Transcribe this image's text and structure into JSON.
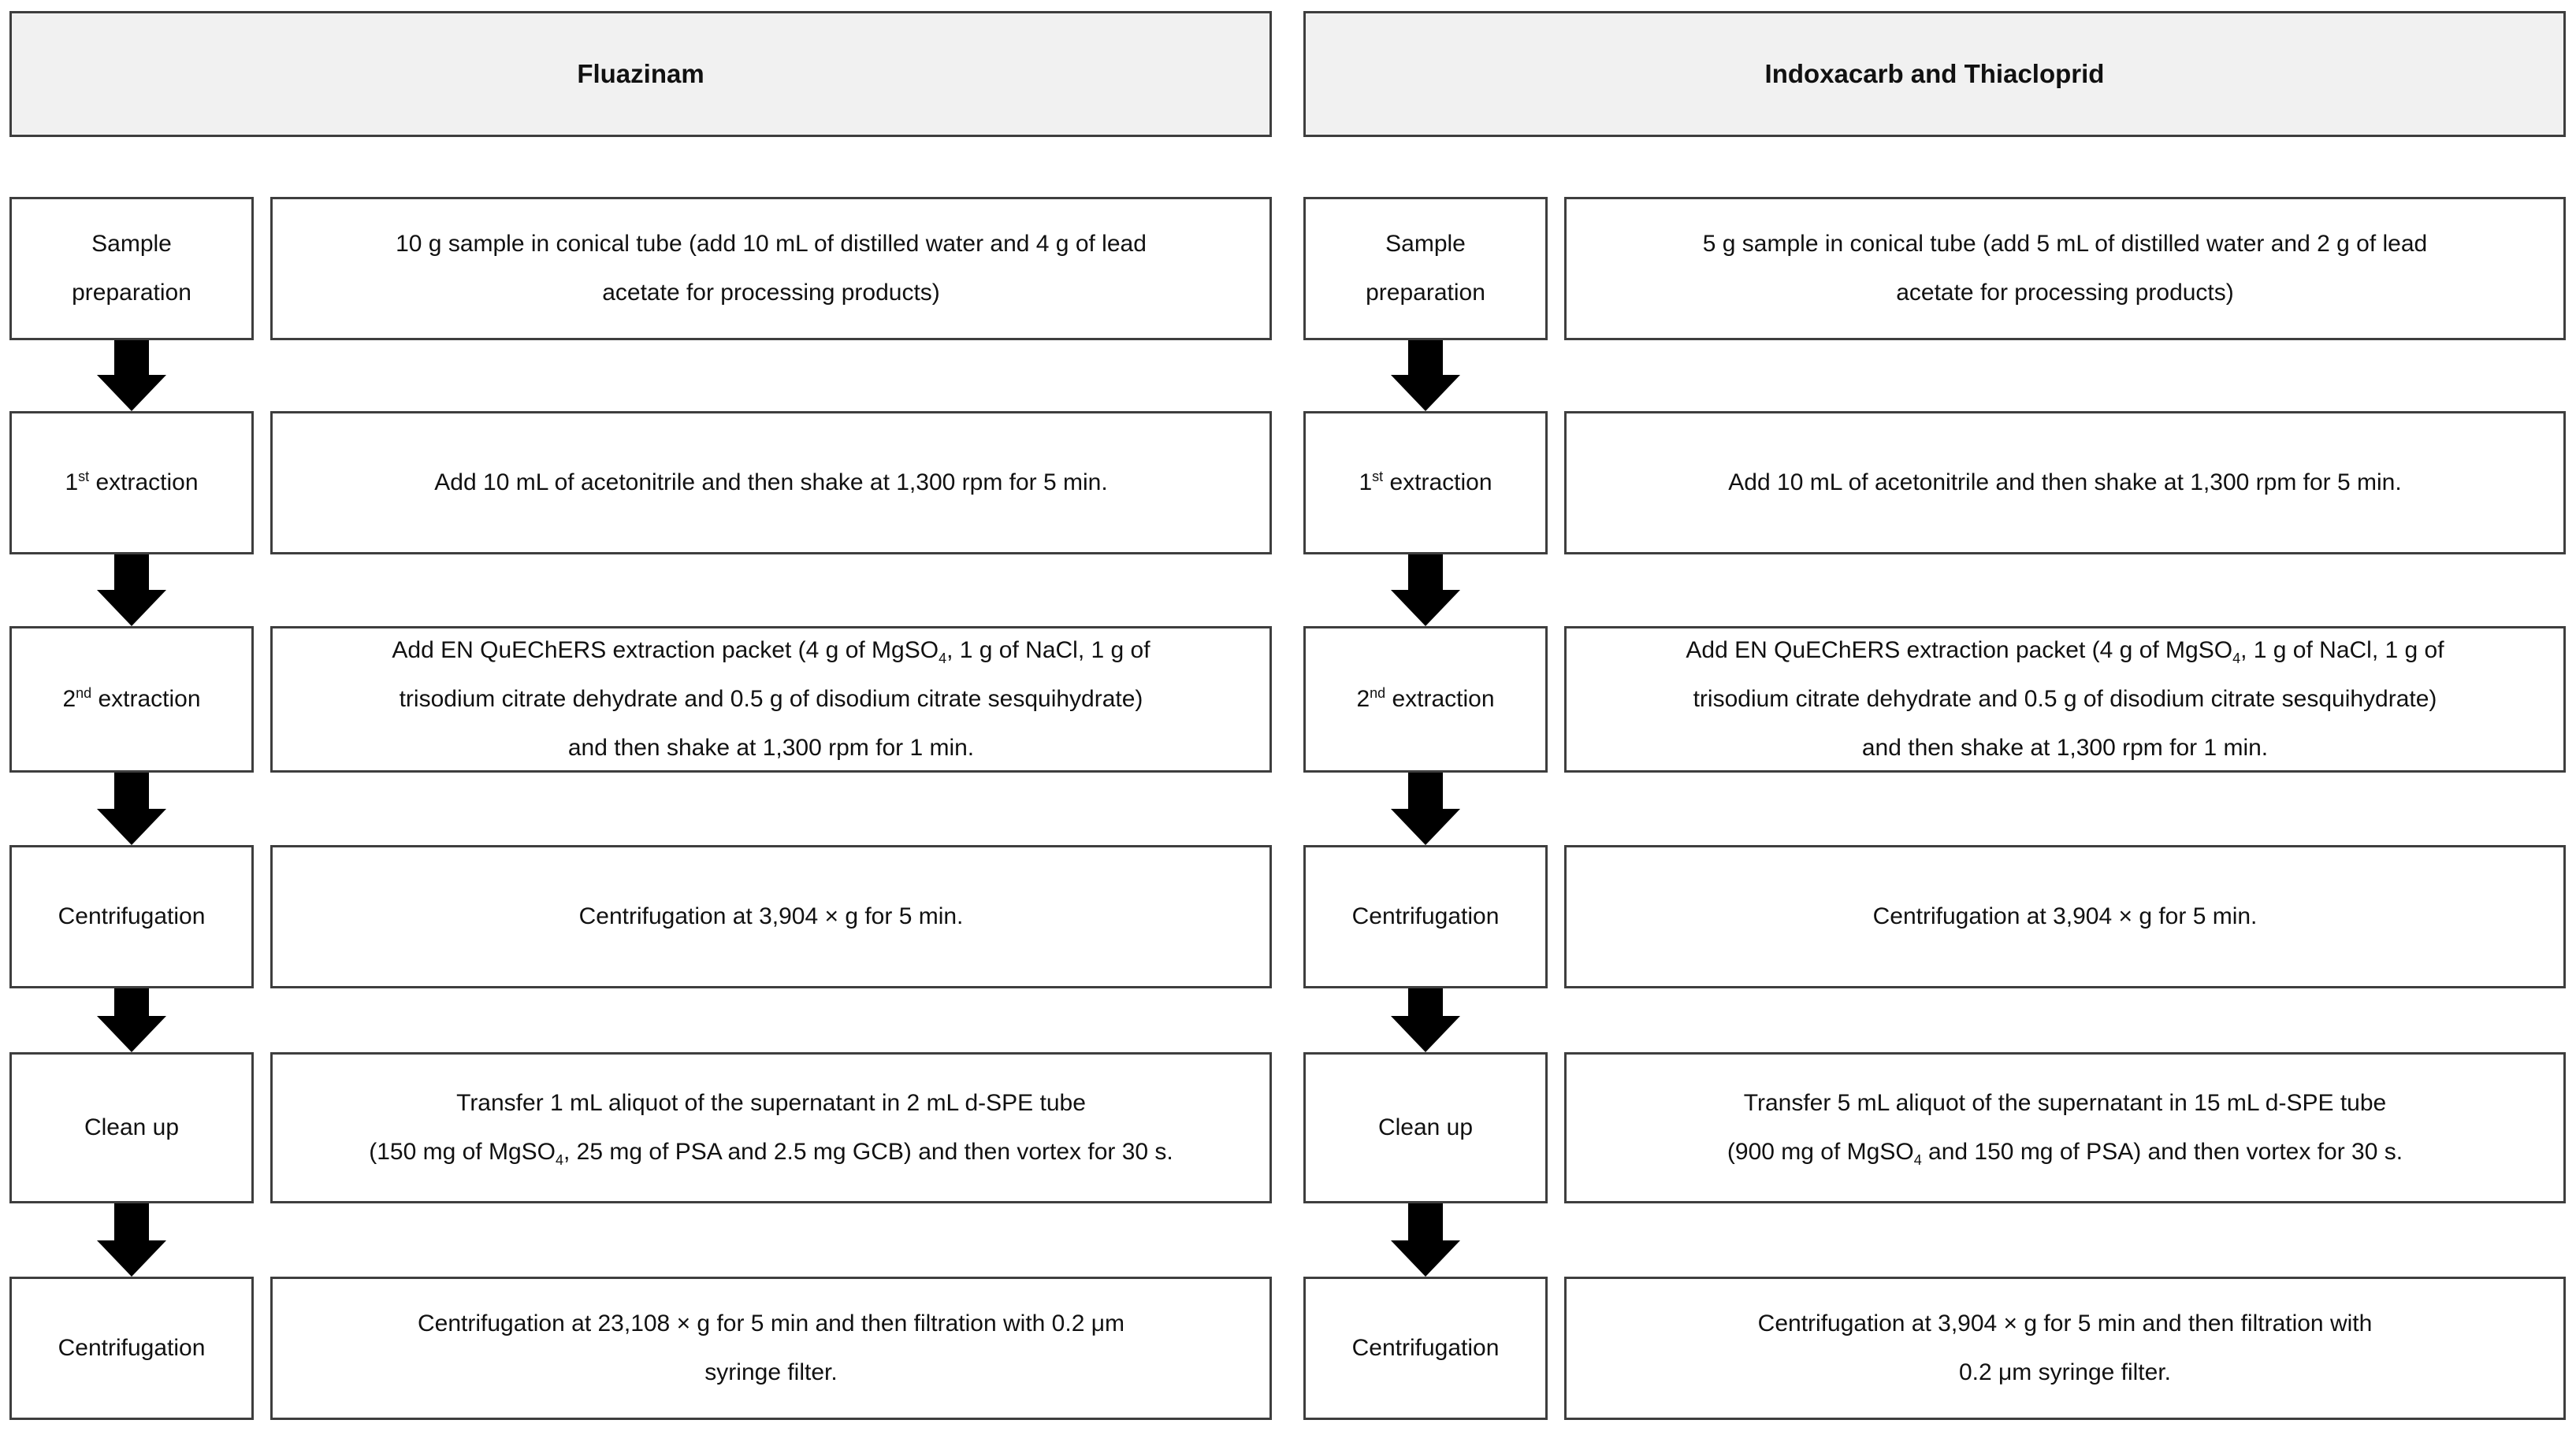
{
  "styles": {
    "border_color": "#3e3e3e",
    "header_fill": "#f1f1f1",
    "arrow_color": "#000000",
    "page_bg": "#ffffff",
    "text_color": "#111111"
  },
  "columns": [
    {
      "header": "Fluazinam",
      "steps": [
        {
          "label": [
            {
              "t": "Sample\npreparation"
            }
          ],
          "desc": [
            {
              "t": "10 g sample in conical tube (add 10 mL of distilled water and 4 g of lead\nacetate for processing products)"
            }
          ]
        },
        {
          "label": [
            {
              "t": "1"
            },
            {
              "t": "st",
              "sup": true
            },
            {
              "t": " extraction"
            }
          ],
          "desc": [
            {
              "t": "Add 10 mL of acetonitrile and then shake at 1,300 rpm for 5 min."
            }
          ]
        },
        {
          "label": [
            {
              "t": "2"
            },
            {
              "t": "nd",
              "sup": true
            },
            {
              "t": " extraction"
            }
          ],
          "desc": [
            {
              "t": "Add EN QuEChERS extraction packet (4 g of MgSO"
            },
            {
              "t": "4",
              "sub": true
            },
            {
              "t": ", 1 g of NaCl, 1 g of\ntrisodium citrate dehydrate and 0.5 g of disodium citrate sesquihydrate)\nand then shake at 1,300 rpm for 1 min."
            }
          ]
        },
        {
          "label": [
            {
              "t": "Centrifugation"
            }
          ],
          "desc": [
            {
              "t": "Centrifugation at 3,904 × g for 5 min."
            }
          ]
        },
        {
          "label": [
            {
              "t": "Clean up"
            }
          ],
          "desc": [
            {
              "t": "Transfer 1 mL aliquot of the supernatant in 2 mL d-SPE tube\n(150 mg of MgSO"
            },
            {
              "t": "4",
              "sub": true
            },
            {
              "t": ", 25 mg of PSA and 2.5 mg GCB) and then vortex for 30 s."
            }
          ]
        },
        {
          "label": [
            {
              "t": "Centrifugation"
            }
          ],
          "desc": [
            {
              "t": "Centrifugation at 23,108 × g for 5 min and then filtration with 0.2 μm\nsyringe filter."
            }
          ]
        }
      ]
    },
    {
      "header": "Indoxacarb and Thiacloprid",
      "steps": [
        {
          "label": [
            {
              "t": "Sample\npreparation"
            }
          ],
          "desc": [
            {
              "t": "5 g sample in conical tube (add 5 mL of distilled water and 2 g of lead\nacetate for processing products)"
            }
          ]
        },
        {
          "label": [
            {
              "t": "1"
            },
            {
              "t": "st",
              "sup": true
            },
            {
              "t": " extraction"
            }
          ],
          "desc": [
            {
              "t": "Add 10 mL of acetonitrile and then shake at 1,300 rpm for 5 min."
            }
          ]
        },
        {
          "label": [
            {
              "t": "2"
            },
            {
              "t": "nd",
              "sup": true
            },
            {
              "t": " extraction"
            }
          ],
          "desc": [
            {
              "t": "Add EN QuEChERS extraction packet (4 g of MgSO"
            },
            {
              "t": "4",
              "sub": true
            },
            {
              "t": ", 1 g of NaCl, 1 g of\ntrisodium citrate dehydrate and 0.5 g of disodium citrate sesquihydrate)\nand then shake at 1,300 rpm for 1 min."
            }
          ]
        },
        {
          "label": [
            {
              "t": "Centrifugation"
            }
          ],
          "desc": [
            {
              "t": "Centrifugation at 3,904 × g for 5 min."
            }
          ]
        },
        {
          "label": [
            {
              "t": "Clean up"
            }
          ],
          "desc": [
            {
              "t": "Transfer 5 mL aliquot of the supernatant in 15 mL d-SPE tube\n(900 mg of MgSO"
            },
            {
              "t": "4",
              "sub": true
            },
            {
              "t": " and 150 mg of PSA) and then vortex for 30 s."
            }
          ]
        },
        {
          "label": [
            {
              "t": "Centrifugation"
            }
          ],
          "desc": [
            {
              "t": "Centrifugation at 3,904 × g for 5 min and then filtration with\n0.2 μm syringe filter."
            }
          ]
        }
      ]
    }
  ]
}
